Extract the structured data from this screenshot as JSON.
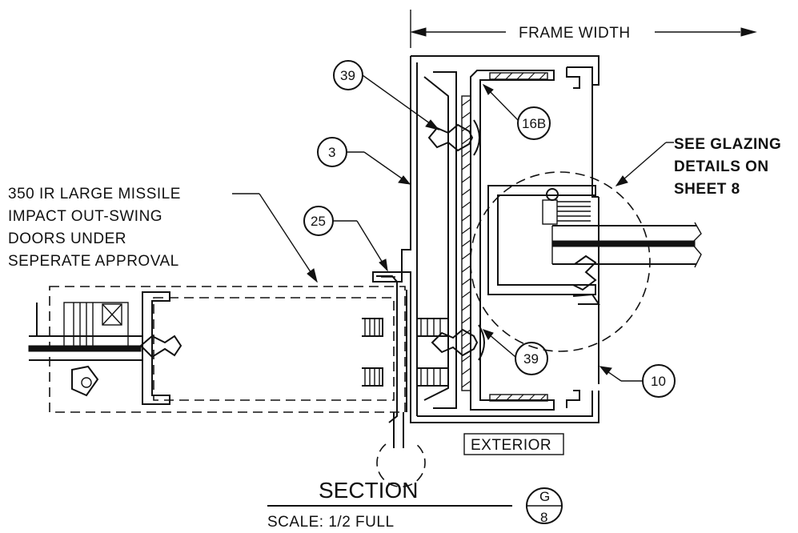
{
  "dimension": {
    "label": "FRAME WIDTH"
  },
  "callouts": {
    "screw_top": "39",
    "frame_3": "3",
    "part_16b": "16B",
    "part_25": "25",
    "screw_bottom": "39",
    "part_10": "10"
  },
  "notes": {
    "door_note": [
      "350 IR LARGE MISSILE",
      "IMPACT OUT-SWING",
      "DOORS UNDER",
      "SEPERATE APPROVAL"
    ],
    "glazing_note": [
      "SEE GLAZING",
      "DETAILS ON",
      "SHEET 8"
    ],
    "exterior_label": "EXTERIOR"
  },
  "title_block": {
    "title": "SECTION",
    "scale": "SCALE: 1/2 FULL",
    "detail_letter": "G",
    "sheet_number": "8"
  }
}
